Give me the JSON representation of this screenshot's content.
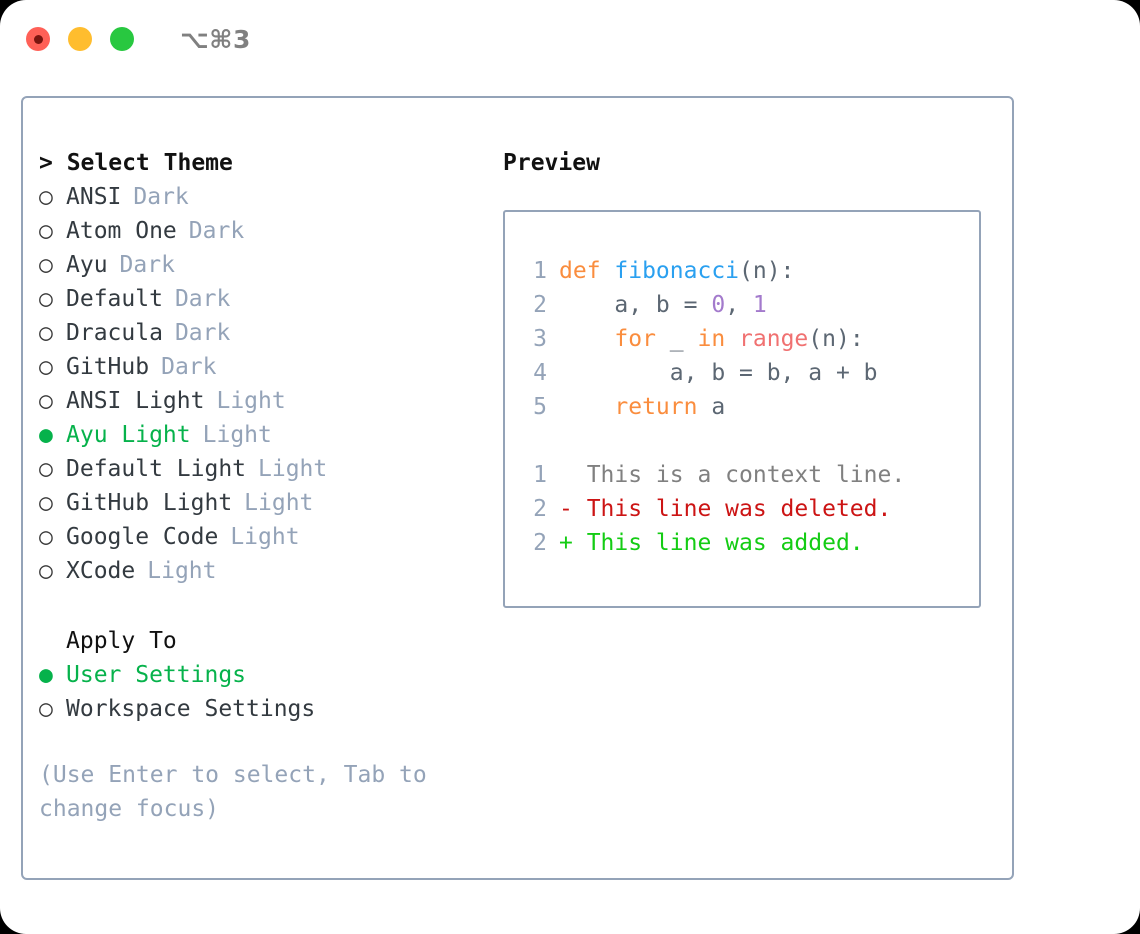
{
  "titlebar": {
    "shortcut": "⌥⌘3",
    "buttons": {
      "close": "close",
      "minimize": "minimize",
      "maximize": "maximize"
    }
  },
  "left": {
    "header": "> Select Theme",
    "themes": [
      {
        "bullet": "○",
        "name": "ANSI",
        "category": "Dark",
        "selected": false
      },
      {
        "bullet": "○",
        "name": "Atom One",
        "category": "Dark",
        "selected": false
      },
      {
        "bullet": "○",
        "name": "Ayu",
        "category": "Dark",
        "selected": false
      },
      {
        "bullet": "○",
        "name": "Default",
        "category": "Dark",
        "selected": false
      },
      {
        "bullet": "○",
        "name": "Dracula",
        "category": "Dark",
        "selected": false
      },
      {
        "bullet": "○",
        "name": "GitHub",
        "category": "Dark",
        "selected": false
      },
      {
        "bullet": "○",
        "name": "ANSI Light",
        "category": "Light",
        "selected": false
      },
      {
        "bullet": "●",
        "name": "Ayu Light",
        "category": "Light",
        "selected": true
      },
      {
        "bullet": "○",
        "name": "Default Light",
        "category": "Light",
        "selected": false
      },
      {
        "bullet": "○",
        "name": "GitHub Light",
        "category": "Light",
        "selected": false
      },
      {
        "bullet": "○",
        "name": "Google Code",
        "category": "Light",
        "selected": false
      },
      {
        "bullet": "○",
        "name": "XCode",
        "category": "Light",
        "selected": false
      }
    ],
    "apply_to_title": "Apply To",
    "apply_to": [
      {
        "bullet": "●",
        "name": "User Settings",
        "selected": true
      },
      {
        "bullet": "○",
        "name": "Workspace Settings",
        "selected": false
      }
    ],
    "hint": "(Use Enter to select, Tab to change focus)"
  },
  "preview": {
    "title": "Preview",
    "code_lines": [
      {
        "lineno": "1",
        "tokens": [
          {
            "text": "def ",
            "type": "kw"
          },
          {
            "text": "fibonacci",
            "type": "fn"
          },
          {
            "text": "(n):",
            "type": "punct"
          }
        ]
      },
      {
        "lineno": "2",
        "tokens": [
          {
            "text": "    a, b = ",
            "type": "plain"
          },
          {
            "text": "0",
            "type": "num"
          },
          {
            "text": ", ",
            "type": "plain"
          },
          {
            "text": "1",
            "type": "num"
          }
        ]
      },
      {
        "lineno": "3",
        "tokens": [
          {
            "text": "    ",
            "type": "plain"
          },
          {
            "text": "for",
            "type": "kw"
          },
          {
            "text": " _ ",
            "type": "plain"
          },
          {
            "text": "in",
            "type": "kw"
          },
          {
            "text": " ",
            "type": "plain"
          },
          {
            "text": "range",
            "type": "builtin"
          },
          {
            "text": "(n):",
            "type": "punct"
          }
        ]
      },
      {
        "lineno": "4",
        "tokens": [
          {
            "text": "        a, b = b, a + b",
            "type": "plain"
          }
        ]
      },
      {
        "lineno": "5",
        "tokens": [
          {
            "text": "    ",
            "type": "plain"
          },
          {
            "text": "return",
            "type": "kw"
          },
          {
            "text": " a",
            "type": "plain"
          }
        ]
      }
    ],
    "diff_lines": [
      {
        "lineno": "1",
        "marker": " ",
        "text": "  This is a context line.",
        "kind": "context"
      },
      {
        "lineno": "2",
        "marker": "-",
        "text": "- This line was deleted.",
        "kind": "del"
      },
      {
        "lineno": "2",
        "marker": "+",
        "text": "+ This line was added.",
        "kind": "add"
      }
    ]
  },
  "colors": {
    "accent_green": "#06b24b",
    "muted": "#94a3b8",
    "keyword": "#fa8d3e",
    "function": "#2aa0f0",
    "number": "#a37acc",
    "builtin": "#f07171",
    "plain": "#5c6773",
    "diff_del": "#cc1414",
    "diff_add": "#14cc14",
    "border": "#94a3b8"
  }
}
